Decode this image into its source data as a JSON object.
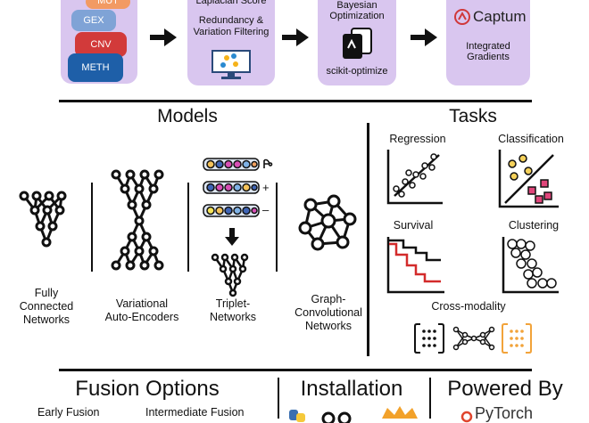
{
  "pipeline": {
    "omics": [
      "MUT",
      "GEX",
      "CNV",
      "METH"
    ],
    "omics_colors": [
      "#f29a63",
      "#7fa3d6",
      "#d23a3a",
      "#1e5fa8"
    ],
    "feature_selection": {
      "line1": "Laplacian Score",
      "line2": "Redundancy &",
      "line3": "Variation Filtering"
    },
    "hpo": {
      "line1": "Bayesian",
      "line2": "Optimization",
      "tool": "scikit-optimize"
    },
    "explain": {
      "brand": "Captum",
      "line1": "Integrated",
      "line2": "Gradients"
    }
  },
  "models": {
    "heading": "Models",
    "fc": [
      "Fully",
      "Connected",
      "Networks"
    ],
    "vae": [
      "Variational",
      "Auto-Encoders"
    ],
    "triplet": [
      "Triplet-",
      "Networks"
    ],
    "gcn": [
      "Graph-",
      "Convolutional",
      "Networks"
    ],
    "triplet_signs": [
      "+",
      "–"
    ]
  },
  "tasks": {
    "heading": "Tasks",
    "regression": "Regression",
    "classification": "Classification",
    "survival": "Survival",
    "clustering": "Clustering",
    "cross_modality": "Cross-modality"
  },
  "bottom": {
    "fusion": "Fusion Options",
    "early": "Early Fusion",
    "intermediate": "Intermediate Fusion",
    "installation": "Installation",
    "powered": "Powered By",
    "pytorch": "PyTorch"
  }
}
